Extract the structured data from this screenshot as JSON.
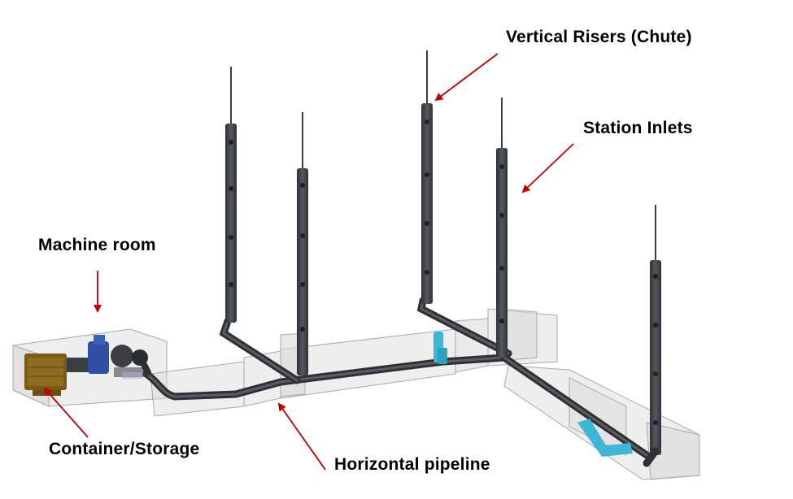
{
  "labels": {
    "vertical_risers": "Vertical Risers (Chute)",
    "station_inlets": "Station Inlets",
    "machine_room": "Machine room",
    "container_storage": "Container/Storage",
    "horizontal_pipeline": "Horizontal pipeline"
  },
  "colors": {
    "arrow": "#c00000",
    "pipe": "#3a3d42",
    "pipe_highlight": "#5a5e64",
    "trench_fill": "#dcdcdc",
    "trench_edge": "#a9a9a9",
    "container": "#7a5a14",
    "machine_blue": "#2f4fa0",
    "cyan_fitting": "#3fb6d6"
  }
}
